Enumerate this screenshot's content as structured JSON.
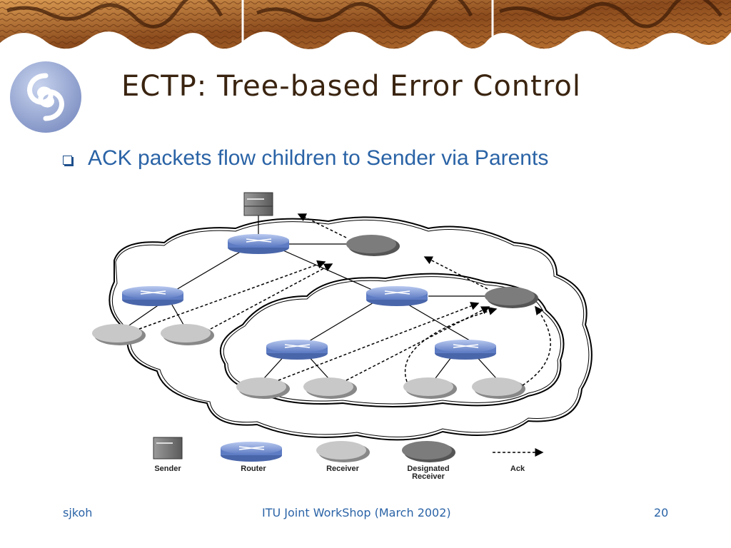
{
  "slide": {
    "title": "ECTP: Tree-based Error Control",
    "bullet": "ACK packets flow children to Sender via Parents"
  },
  "legend": {
    "sender": "Sender",
    "router": "Router",
    "receiver": "Receiver",
    "designated_line1": "Designated",
    "designated_line2": "Receiver",
    "ack": "Ack"
  },
  "footer": {
    "author": "sjkoh",
    "event": "ITU Joint WorkShop (March 2002)",
    "page": "20"
  },
  "colors": {
    "title": "#3a2410",
    "text_blue": "#2a63a6",
    "router": "#7a96d8",
    "receiver": "#c8c8c8",
    "designated_receiver": "#7a7a7a",
    "sender": "#8a8a8a"
  }
}
